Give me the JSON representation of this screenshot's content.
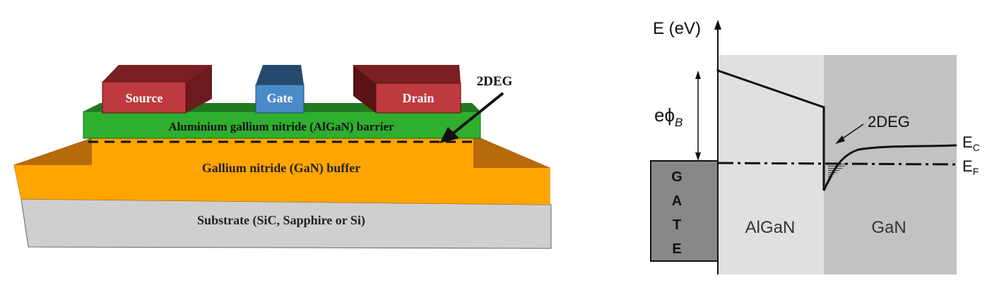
{
  "hemt": {
    "source_label": "Source",
    "gate_label": "Gate",
    "drain_label": "Drain",
    "twodeg_label": "2DEG",
    "barrier_label": "Aluminium gallium nitride (AlGaN) barrier",
    "buffer_label": "Gallium nitride (GaN) buffer",
    "substrate_label": "Substrate (SiC, Sapphire or Si)",
    "colors": {
      "contact": "#be3a3f",
      "gate": "#4a8ac8",
      "barrier": "#22a022",
      "buffer": "#ffa500",
      "substrate": "#cccccc"
    }
  },
  "band": {
    "energy_axis_label": "E (eV)",
    "barrier_height_label": "eϕ",
    "barrier_height_sub": "B",
    "twodeg_label": "2DEG",
    "ec_label": "E",
    "ec_sub": "C",
    "ef_label": "E",
    "ef_sub": "F",
    "gate_letters": [
      "G",
      "A",
      "T",
      "E"
    ],
    "algan_label": "AlGaN",
    "gan_label": "GaN"
  }
}
